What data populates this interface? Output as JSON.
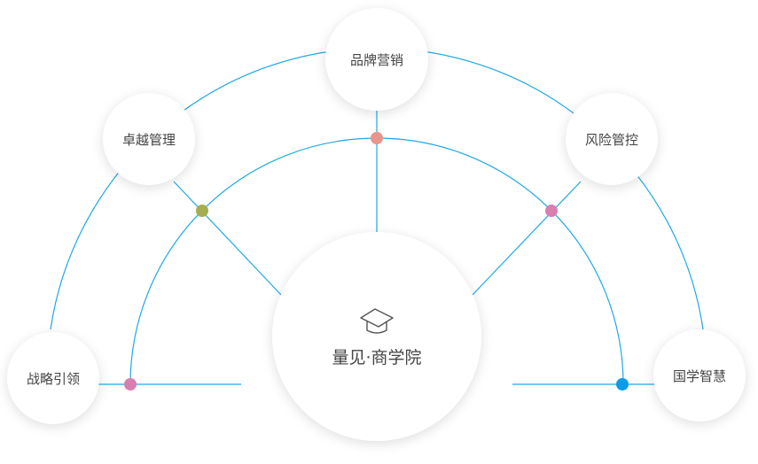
{
  "center": {
    "label": "量见·商学院",
    "icon": "graduation-cap-icon"
  },
  "nodes": [
    {
      "label": "战略引领"
    },
    {
      "label": "卓越管理"
    },
    {
      "label": "品牌营销"
    },
    {
      "label": "风险管控"
    },
    {
      "label": "国学智慧"
    }
  ],
  "colors": {
    "line": "#1ea8e6",
    "dot_top": "#e8958a",
    "dot_left_upper": "#a4ad4f",
    "dot_right_upper": "#d97fb0",
    "dot_left_lower": "#d97fb0",
    "dot_right_lower": "#0a9de6"
  }
}
